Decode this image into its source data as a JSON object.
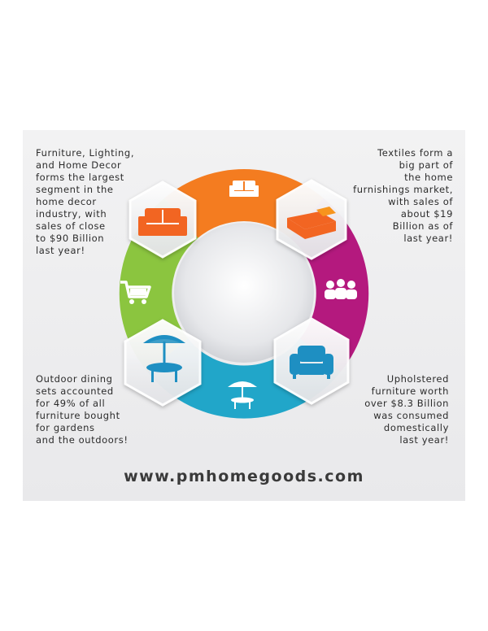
{
  "notes": {
    "top_left": "Furniture, Lighting,\nand Home Decor\nforms the largest\nsegment in the\nhome decor\nindustry, with\nsales of close\nto $90 Billion\nlast year!",
    "top_right": "Textiles form a\nbig part of\nthe home\nfurnishings market,\nwith sales of\nabout $19\nBillion as of\nlast year!",
    "bottom_left": "Outdoor dining\nsets accounted\nfor 49% of all\nfurniture bought\nfor gardens\nand the outdoors!",
    "bottom_right": "Upholstered\nfurniture worth\nover $8.3 Billion\nwas consumed\ndomestically\nlast year!"
  },
  "website": "www.pmhomegoods.com",
  "colors": {
    "orange": "#f47c20",
    "magenta": "#b4197e",
    "cyan": "#21a6c9",
    "green": "#8bc53f",
    "hexagon_icon_orange": "#f26522",
    "hexagon_icon_blue": "#1e8fc2",
    "text": "#2b2b2b"
  },
  "icons": {
    "top_segment": "sofa-icon",
    "top_left_hexagon": "sofa-icon",
    "top_right_hexagon": "bed-icon",
    "right_segment": "people-icon",
    "left_segment": "shopping-cart-icon",
    "bottom_left_hexagon": "patio-umbrella-table-icon",
    "bottom_segment": "patio-umbrella-table-icon",
    "bottom_right_hexagon": "armchair-icon"
  }
}
